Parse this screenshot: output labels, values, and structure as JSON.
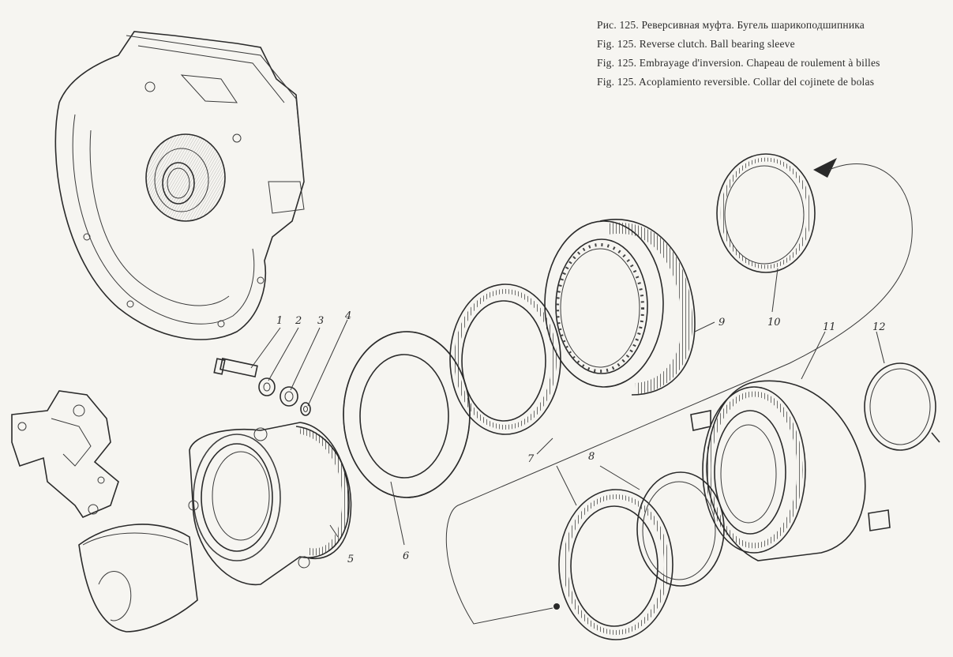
{
  "captions": [
    "Рис. 125. Реверсивная муфта. Бугель шарикоподшипника",
    "Fig. 125. Reverse clutch. Ball bearing sleeve",
    "Fig. 125. Embrayage d'inversion. Chapeau de roulement à billes",
    "Fig. 125. Acoplamiento reversible. Collar del cojinete de bolas"
  ],
  "callouts": [
    "1",
    "2",
    "3",
    "4",
    "5",
    "6",
    "7",
    "8",
    "9",
    "10",
    "11",
    "12"
  ],
  "colors": {
    "paper": "#f6f5f1",
    "ink": "#2b2b2b"
  }
}
